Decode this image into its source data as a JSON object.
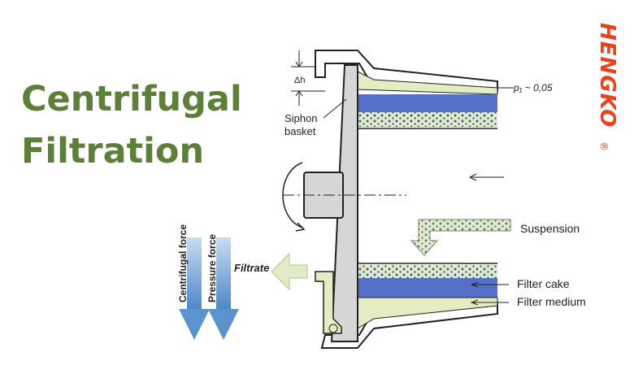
{
  "title": {
    "line1": "Centrifugal",
    "line2": "Filtration"
  },
  "logo": {
    "text": "HENGKO",
    "registered_mark": "®",
    "color": "#e8431e"
  },
  "diagram": {
    "labels": {
      "delta_h": "Δh",
      "pressure": "p₁ ~ 0,05",
      "siphon_basket_line1": "Siphon",
      "siphon_basket_line2": "basket",
      "suspension": "Suspension",
      "filtrate": "Filtrate",
      "filter_cake": "Filter cake",
      "filter_medium": "Filter medium",
      "centrifugal_force": "Centrifugal force",
      "pressure_force": "Pressure force"
    },
    "colors": {
      "liquid": "#e4ecc4",
      "cake_blue": "#5570c8",
      "dots": "#3a5aa8",
      "metal": "#d6d6d6",
      "force_arrow": "#5b93cf",
      "filtrate_arrow": "#e2ebc8"
    }
  }
}
